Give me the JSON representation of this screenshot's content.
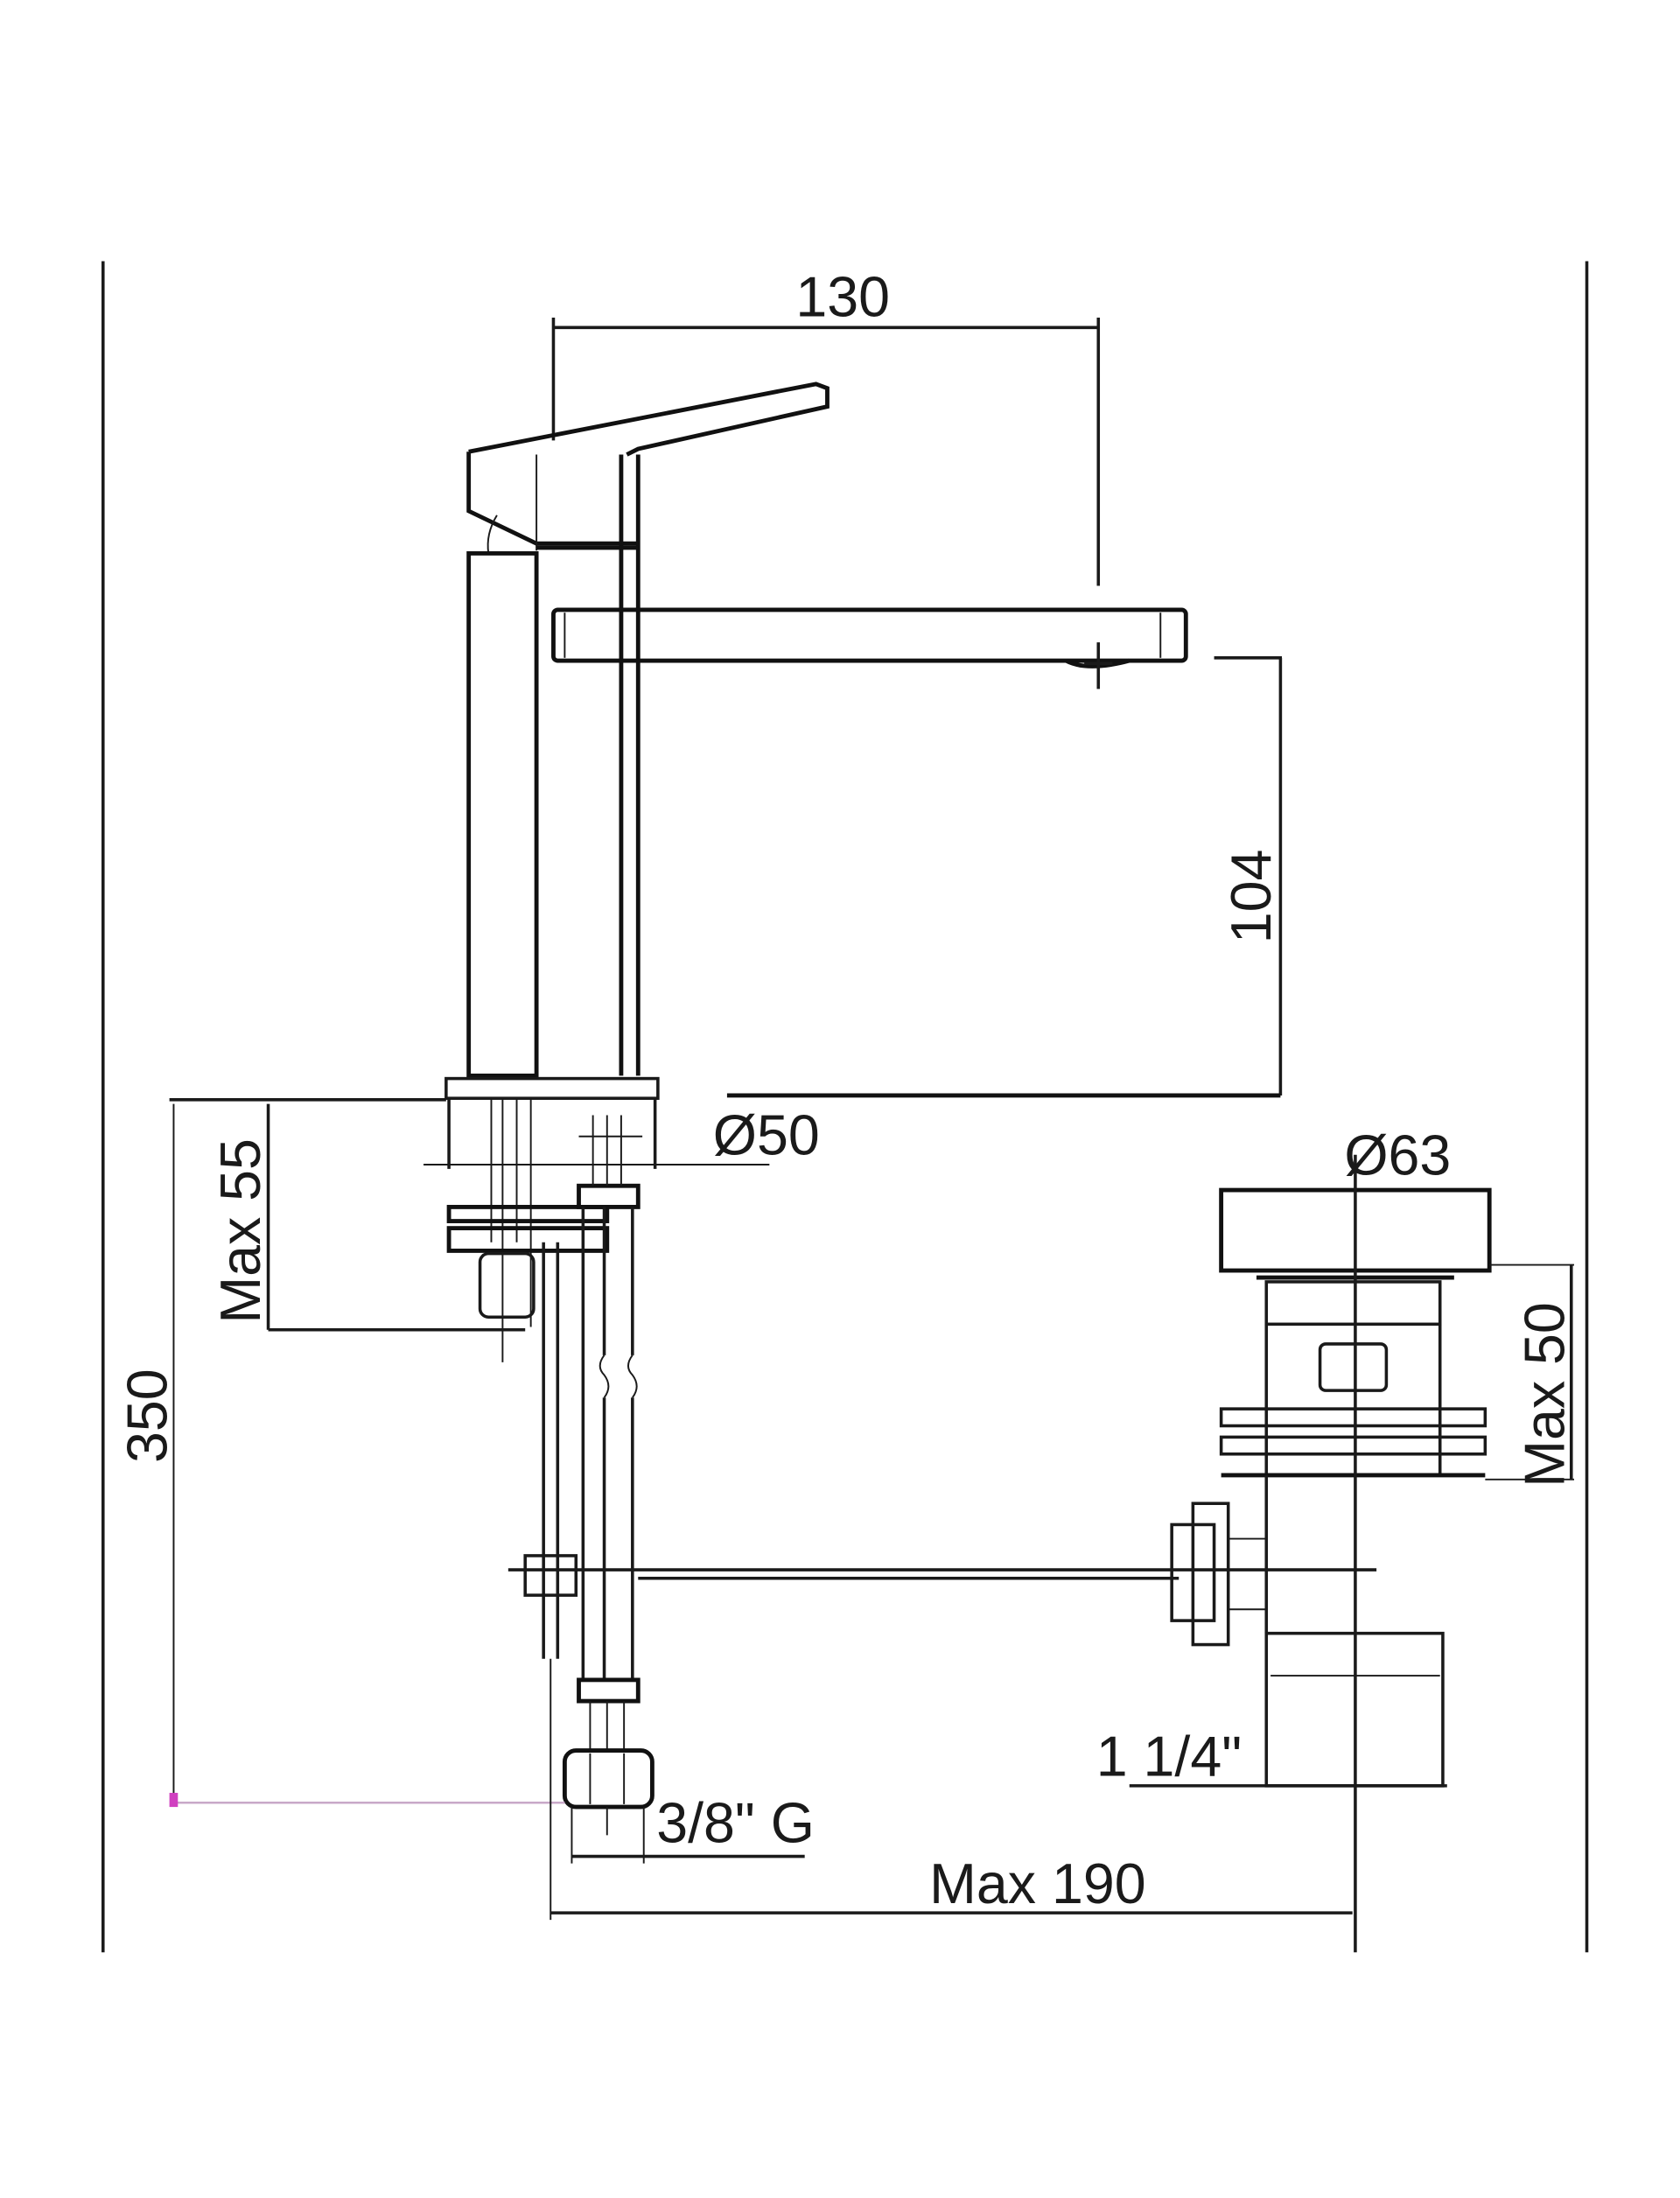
{
  "dimensions": {
    "spout_reach": "130",
    "spout_height": "104",
    "base_diameter": "Ø50",
    "max_deck_thickness": "Max 55",
    "total_height": "350",
    "waste_diameter": "Ø63",
    "waste_max_thickness": "Max 50",
    "waste_outlet": "1 1/4\"",
    "supply_connection": "3/8\" G",
    "max_projection": "Max 190"
  },
  "colors": {
    "line": "#1a1a1a",
    "marker": "#d040c0"
  }
}
